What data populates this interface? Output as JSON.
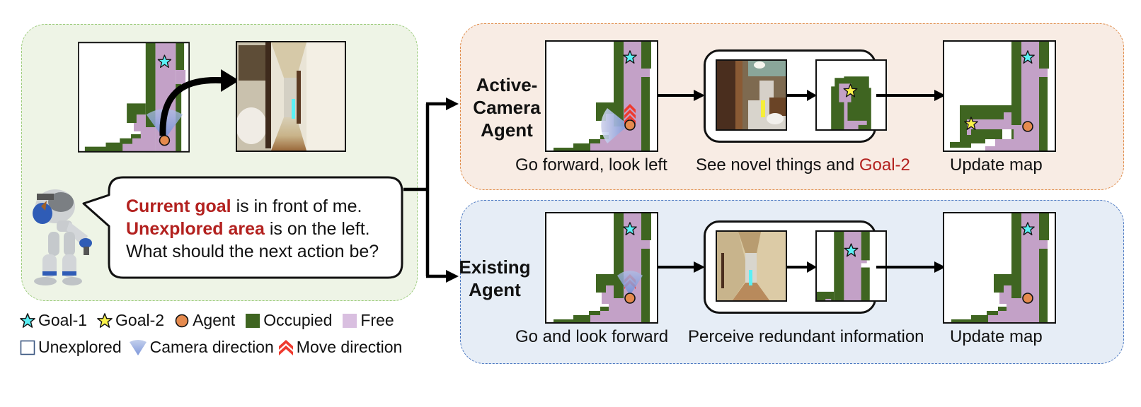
{
  "colors": {
    "occupied": "#3f6521",
    "free": "#c3a1c7",
    "unexplored": "#ffffff",
    "agent": "#e58a4e",
    "goal1": "#5af0f5",
    "goal2": "#fbf34a",
    "camera": "#8aa6e0",
    "move": "#ef3b2f",
    "highlight_text": "#b3211f"
  },
  "left_panel": {
    "speech": {
      "line1_highlight": "Current goal",
      "line1_rest": " is in front of me.",
      "line2_highlight": "Unexplored area",
      "line2_rest": " is on the left.",
      "line3": "What should the next action be?"
    }
  },
  "active_camera": {
    "label_lines": [
      "Active-",
      "Camera",
      "Agent"
    ],
    "step1_caption": "Go forward, look left",
    "step2_caption_plain": "See novel things and ",
    "step2_caption_highlight": "Goal-2",
    "step3_caption": "Update map"
  },
  "existing": {
    "label_lines": [
      "Existing",
      "Agent"
    ],
    "step1_caption": "Go and look forward",
    "step2_caption": "Perceive redundant information",
    "step3_caption": "Update map"
  },
  "legend": {
    "row1": [
      {
        "icon": "goal1-star-icon",
        "label": "Goal-1"
      },
      {
        "icon": "goal2-star-icon",
        "label": "Goal-2"
      },
      {
        "icon": "agent-circle-icon",
        "label": "Agent"
      },
      {
        "icon": "occupied-square-icon",
        "label": "Occupied"
      },
      {
        "icon": "free-square-icon",
        "label": "Free"
      }
    ],
    "row2": [
      {
        "icon": "unexplored-square-icon",
        "label": "Unexplored"
      },
      {
        "icon": "camera-direction-icon",
        "label": "Camera direction"
      },
      {
        "icon": "move-direction-icon",
        "label": "Move direction"
      }
    ]
  }
}
